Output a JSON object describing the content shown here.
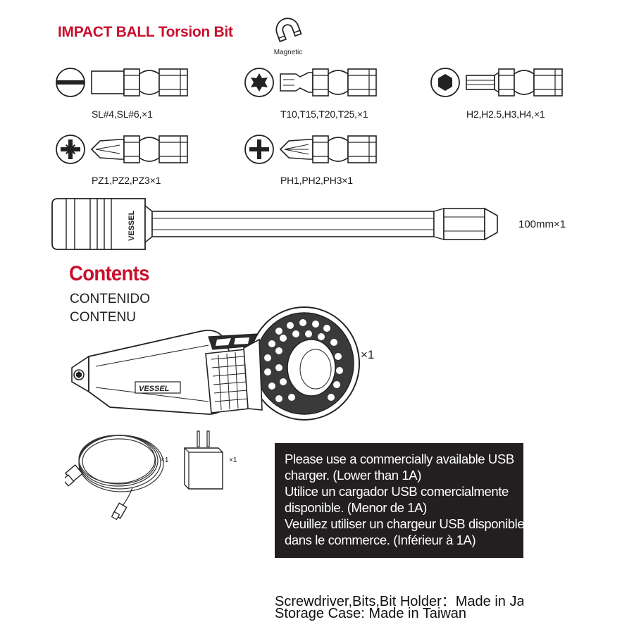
{
  "header": {
    "title": "IMPACT BALL Torsion Bit",
    "magnet_label": "Magnetic"
  },
  "bits": [
    {
      "label": "SL#4,SL#6,×1",
      "tip_icon": "slotted-icon"
    },
    {
      "label": "T10,T15,T20,T25,×1",
      "tip_icon": "torx-icon"
    },
    {
      "label": "H2,H2.5,H3,H4,×1",
      "tip_icon": "hex-icon"
    },
    {
      "label": "PZ1,PZ2,PZ3×1",
      "tip_icon": "pozidriv-icon"
    },
    {
      "label": "PH1,PH2,PH3×1",
      "tip_icon": "phillips-icon"
    }
  ],
  "bit_holder": {
    "brand": "VESSEL",
    "label": "100mm×1"
  },
  "contents": {
    "title": "Contents",
    "title_es": "CONTENIDO",
    "title_fr": "CONTENU",
    "screwdriver_brand": "VESSEL",
    "screwdriver_qty": "×1",
    "cable_qty": "×1",
    "adapter_qty": "×1"
  },
  "notice": {
    "lines": [
      "Please use a commercially available USB",
      "charger. (Lower than 1A)",
      "Utilice un cargador USB comercialmente",
      "disponible. (Menor de 1A)",
      "Veuillez utiliser un chargeur USB disponible",
      "dans le commerce. (Inférieur à 1A)"
    ]
  },
  "origin": {
    "line1": "Screwdriver,Bits,Bit Holder：Made in Japan",
    "line2": "Storage Case: Made in Taiwan"
  },
  "colors": {
    "accent_red": "#c8102e",
    "notice_bg": "#231f20",
    "line": "#222222"
  }
}
